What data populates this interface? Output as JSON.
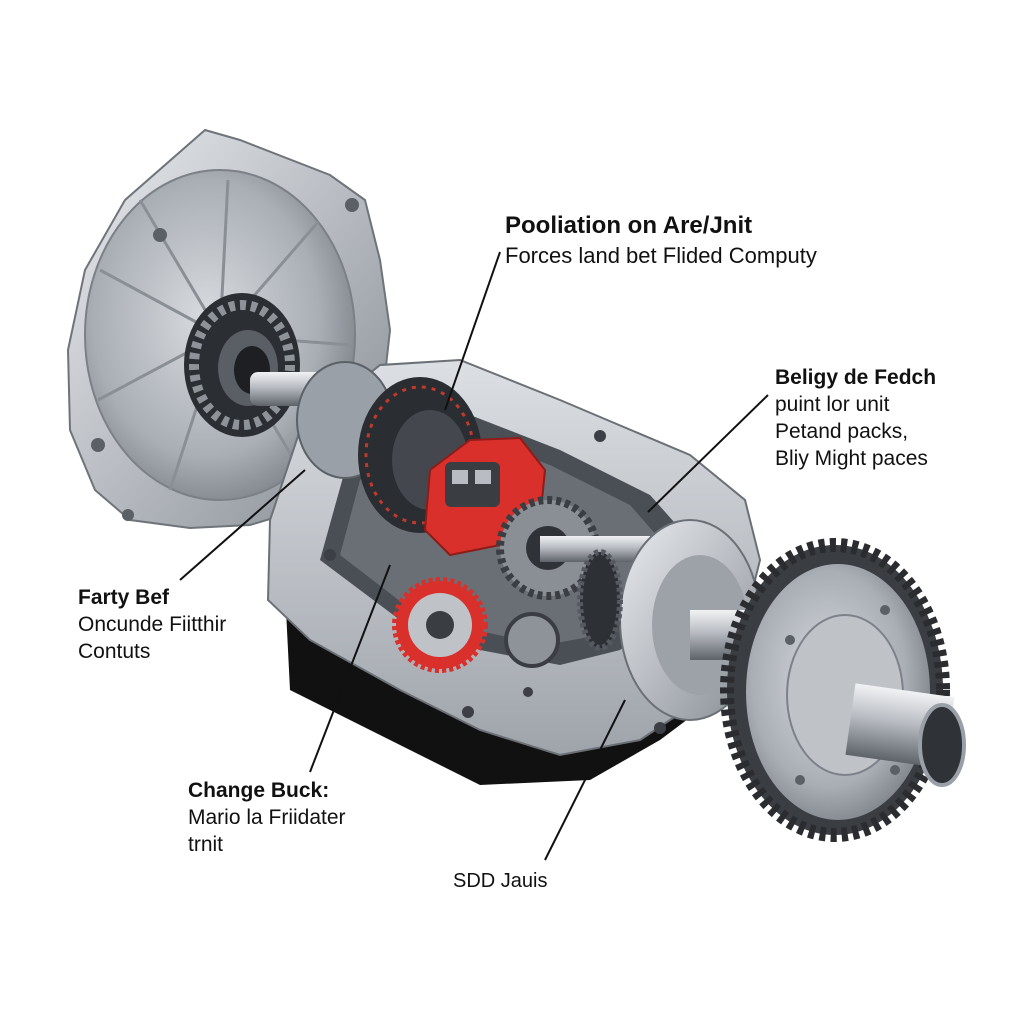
{
  "callouts": {
    "top": {
      "title": "Pooliation on Are/Jnit",
      "lines": [
        "Forces land bet Flided Computy"
      ]
    },
    "right": {
      "title": "Beligy de Fedch",
      "lines": [
        "puint lor unit",
        "Petand packs,",
        "Bliy Might paces"
      ]
    },
    "left": {
      "title": "Farty Bef",
      "lines": [
        "Oncunde Fiitthir",
        "Contuts"
      ]
    },
    "bottom": {
      "title": "Change Buck:",
      "lines": [
        "Mario la Friidater",
        "trnit"
      ]
    },
    "sdd": {
      "lines": [
        "SDD Jauis"
      ]
    }
  },
  "colors": {
    "housing": "#c9ccd0",
    "housing_dark": "#8d9197",
    "base": "#111111",
    "accent_red": "#d9302c",
    "gear": "#3a3d42"
  }
}
